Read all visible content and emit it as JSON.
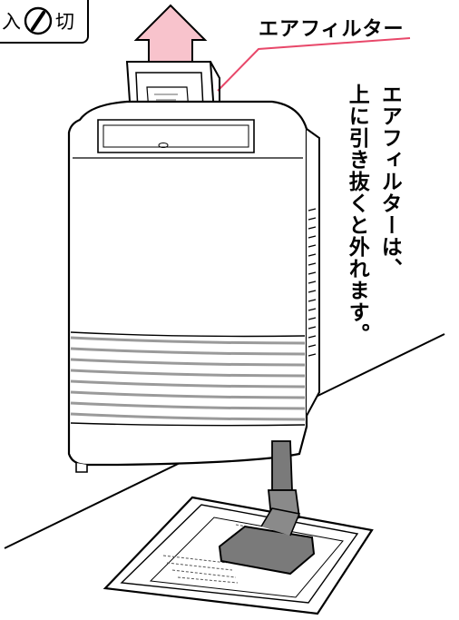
{
  "switch_label": {
    "on_text": "入",
    "off_text": "切",
    "icon": "power-slash-icon"
  },
  "callout_label": "エアフィルター",
  "instruction_lines": [
    "エアフィルターは、",
    "上に引き抜くと外れます。"
  ],
  "colors": {
    "arrow_fill": "#f8c3cc",
    "leader_line": "#e8486a",
    "vacuum_hose": "#7a7a7a",
    "vacuum_nozzle": "#8a8a8a",
    "louver": "#9a9a9a",
    "outline": "#000000"
  }
}
